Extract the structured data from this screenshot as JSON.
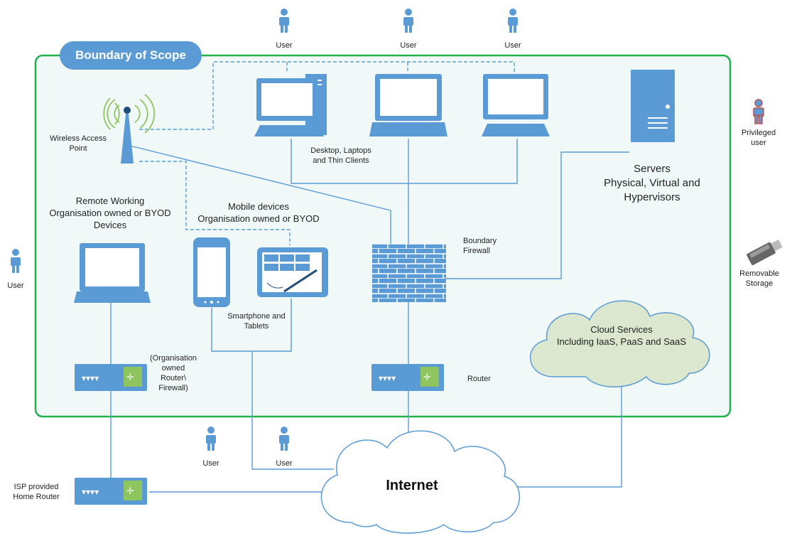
{
  "boundary": {
    "title": "Boundary of Scope"
  },
  "labels": {
    "user": "User",
    "privileged_user_line1": "Privileged",
    "privileged_user_line2": "user",
    "wireless_line1": "Wireless Access",
    "wireless_line2": "Point",
    "desktops_line1": "Desktop, Laptops",
    "desktops_line2": "and Thin Clients",
    "servers_line1": "Servers",
    "servers_line2": "Physical, Virtual and",
    "servers_line3": "Hypervisors",
    "remote_line1": "Remote Working",
    "remote_line2": "Organisation owned or BYOD",
    "remote_line3": "Devices",
    "mobile_line1": "Mobile devices",
    "mobile_line2": "Organisation owned or BYOD",
    "smartphone_line1": "Smartphone and",
    "smartphone_line2": "Tablets",
    "firewall_line1": "Boundary",
    "firewall_line2": "Firewall",
    "removable_line1": "Removable",
    "removable_line2": "Storage",
    "org_router_line1": "(Organisation",
    "org_router_line2": "owned",
    "org_router_line3": "Router\\",
    "org_router_line4": "Firewall)",
    "router": "Router",
    "cloud_line1": "Cloud Services",
    "cloud_line2": "Including IaaS, PaaS and SaaS",
    "isp_line1": "ISP provided",
    "isp_line2": "Home Router",
    "internet": "Internet"
  },
  "colors": {
    "boundary_border": "#22b14c",
    "boundary_fill": "#f1f9f8",
    "device_blue": "#5b9bd5",
    "line_blue": "#5b9bd5",
    "cloud_fill": "#dbe8cf",
    "privileged_red": "#c0504d",
    "router_green": "#8fc55e"
  }
}
